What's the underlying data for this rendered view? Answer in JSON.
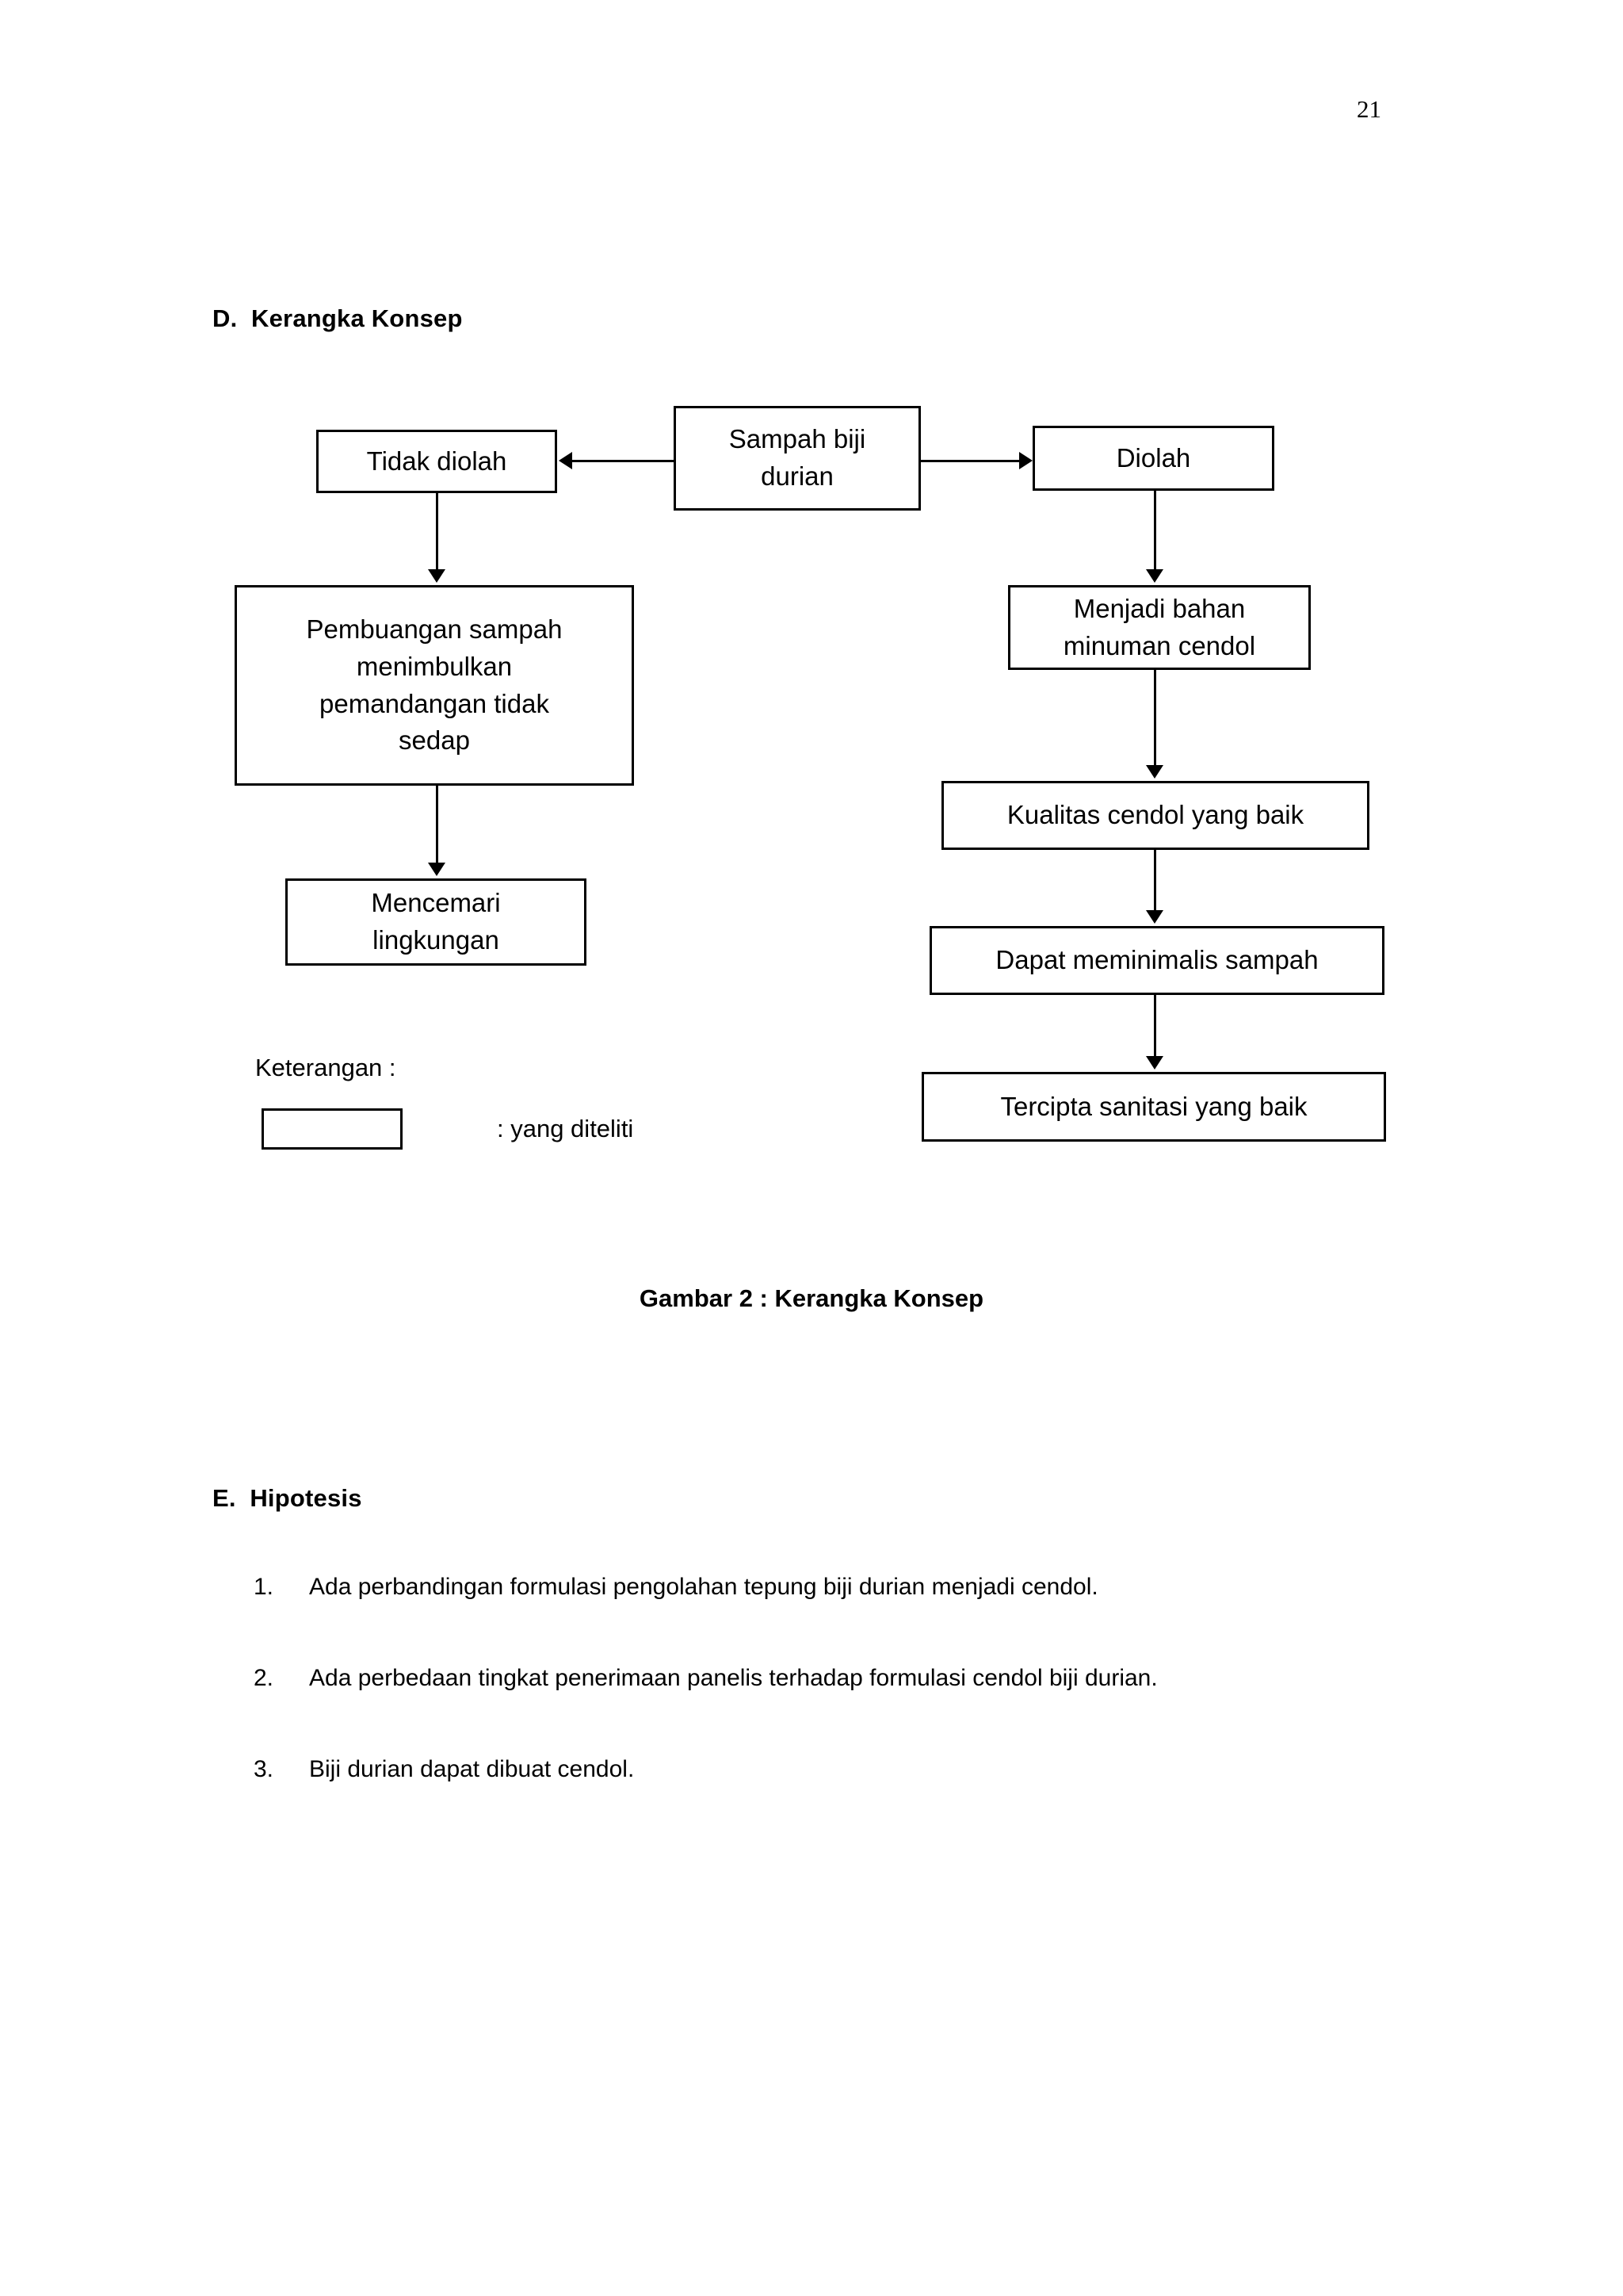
{
  "page": {
    "number": "21"
  },
  "sections": {
    "kerangka_konsep": {
      "heading": "D.  Kerangka Konsep"
    },
    "hipotesis": {
      "heading": "E.  Hipotesis",
      "items": [
        {
          "number": "1.",
          "text": "Ada perbandingan formulasi pengolahan tepung biji durian menjadi cendol."
        },
        {
          "number": "2.",
          "text": "Ada perbedaan tingkat penerimaan panelis terhadap formulasi cendol biji durian."
        },
        {
          "number": "3.",
          "text": "Biji durian dapat dibuat cendol."
        }
      ]
    }
  },
  "flowchart": {
    "nodes": {
      "sampah": "Sampah biji\ndurian",
      "tidak_diolah": "Tidak diolah",
      "diolah": "Diolah",
      "pembuangan": "Pembuangan sampah\nmenimbulkan\npemandangan tidak\nsedap",
      "mencemari": "Mencemari\nlingkungan",
      "menjadi": "Menjadi bahan\nminuman cendol",
      "kualitas": "Kualitas cendol yang baik",
      "dapat": "Dapat meminimalis sampah",
      "tercipta": "Tercipta sanitasi yang baik"
    },
    "legend": {
      "label": "Keterangan :",
      "swatch_meaning": ": yang diteliti"
    },
    "caption": "Gambar 2 : Kerangka Konsep"
  }
}
